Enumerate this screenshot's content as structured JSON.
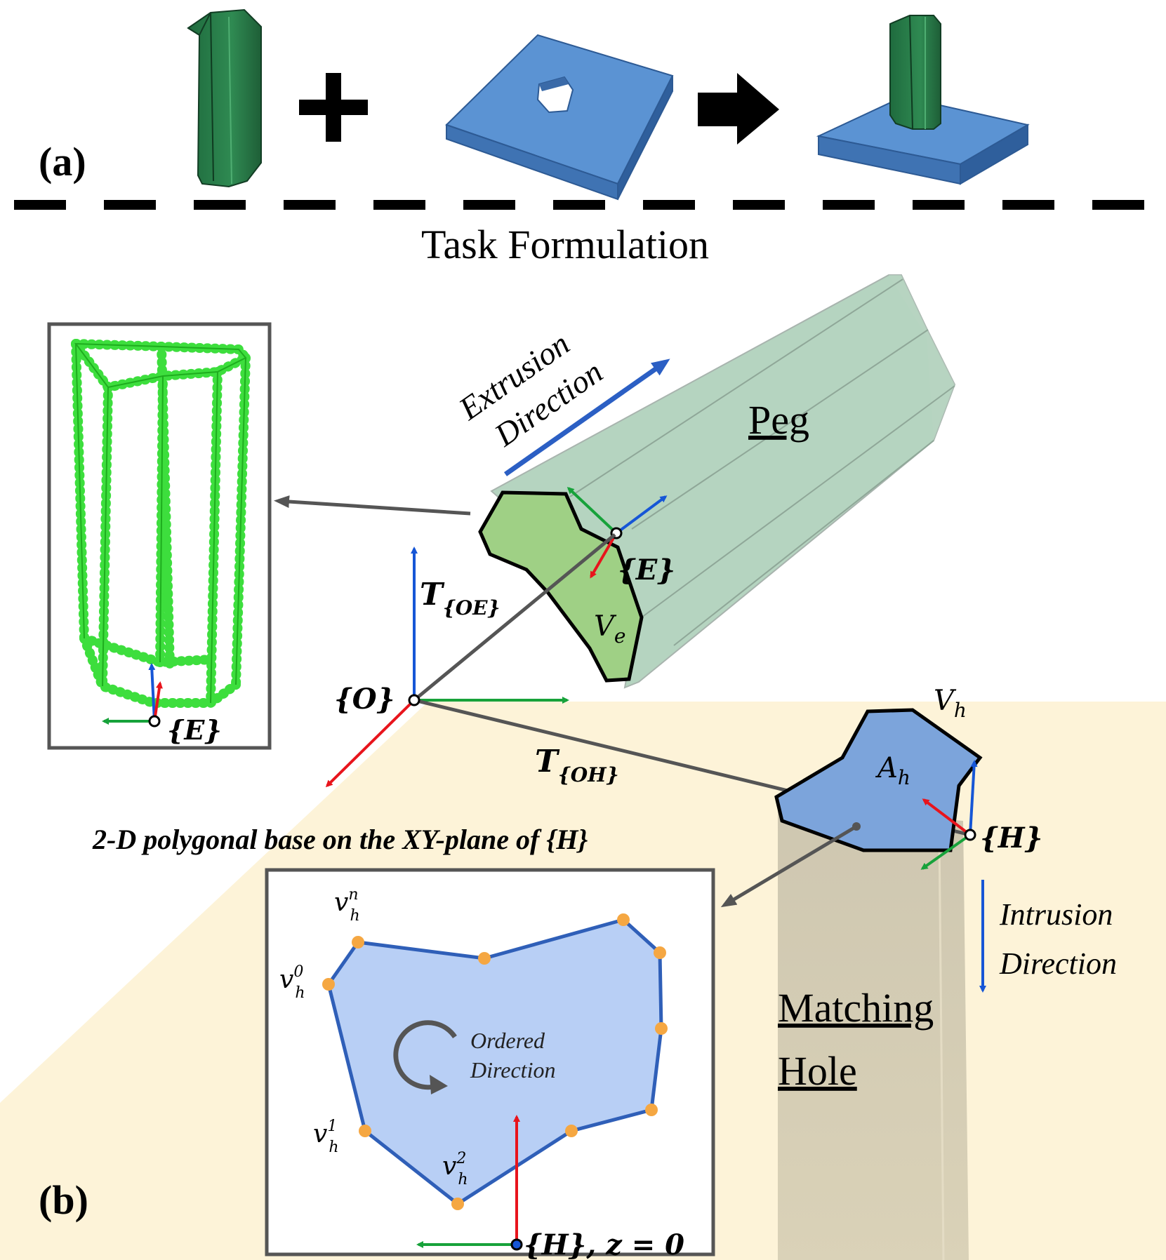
{
  "panel_a": {
    "label": "(a)",
    "section_title": "Task Formulation"
  },
  "panel_b": {
    "label": "(b)",
    "peg_label": "Peg",
    "hole_label_line1": "Matching",
    "hole_label_line2": "Hole",
    "extrusion_line1": "Extrusion",
    "extrusion_line2": "Direction",
    "intrusion_line1": "Intrusion",
    "intrusion_line2": "Direction",
    "frame_O": "{O}",
    "frame_E": "{E}",
    "frame_E_inset": "{E}",
    "frame_H": "{H}",
    "T_OE_main": "T",
    "T_OE_sub": "{OE}",
    "T_OH_main": "T",
    "T_OH_sub": "{OH}",
    "Ve_main": "V",
    "Ve_sub": "e",
    "Vh_main": "V",
    "Vh_sub": "h",
    "Ah_main": "A",
    "Ah_sub": "h",
    "polygon_caption": "2-D polygonal base on the XY-plane of {H}",
    "ordered_line1": "Ordered",
    "ordered_line2": "Direction",
    "vertex_labels": [
      {
        "main": "v",
        "sub": "h",
        "sup": "n"
      },
      {
        "main": "v",
        "sub": "h",
        "sup": "0"
      },
      {
        "main": "v",
        "sub": "h",
        "sup": "1"
      },
      {
        "main": "v",
        "sub": "h",
        "sup": "2"
      }
    ],
    "inset_frame_label": "{H}, z = 0"
  },
  "colors": {
    "peg_green": "#2e7d4f",
    "plate_blue": "#4f86c6",
    "floor_beige": "#fdf3d8",
    "axis_red": "#e8141c",
    "axis_green": "#17a23a",
    "axis_blue": "#1656d6",
    "vertex_orange": "#f5a742",
    "polygon_fill": "#b8cff5",
    "polygon_stroke": "#2f5fb8"
  }
}
